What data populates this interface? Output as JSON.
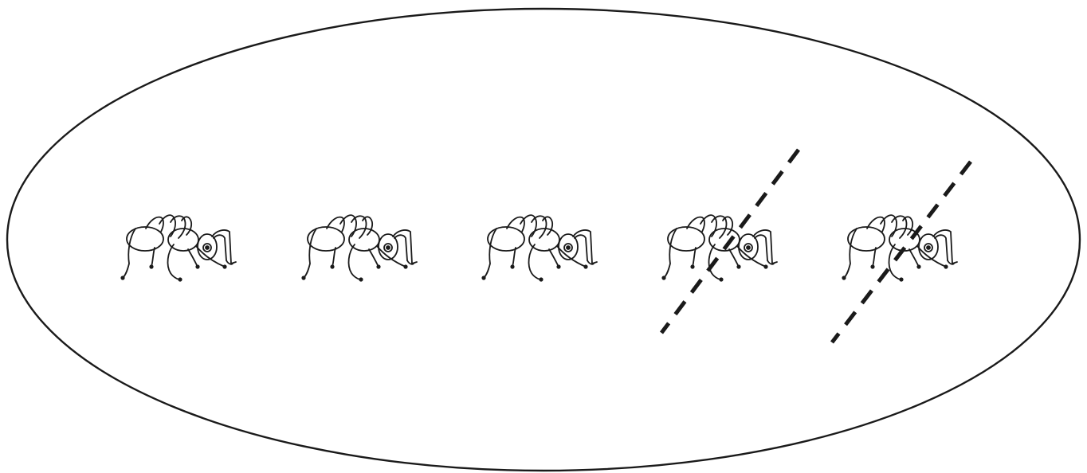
{
  "figure": {
    "stroke_color": "#1a1a1a",
    "background": "#ffffff",
    "ants": [
      {
        "crossed_out": false
      },
      {
        "crossed_out": false
      },
      {
        "crossed_out": false
      },
      {
        "crossed_out": true
      },
      {
        "crossed_out": true
      }
    ],
    "counts": {
      "total": 5,
      "remaining": 3,
      "removed": 2
    }
  }
}
